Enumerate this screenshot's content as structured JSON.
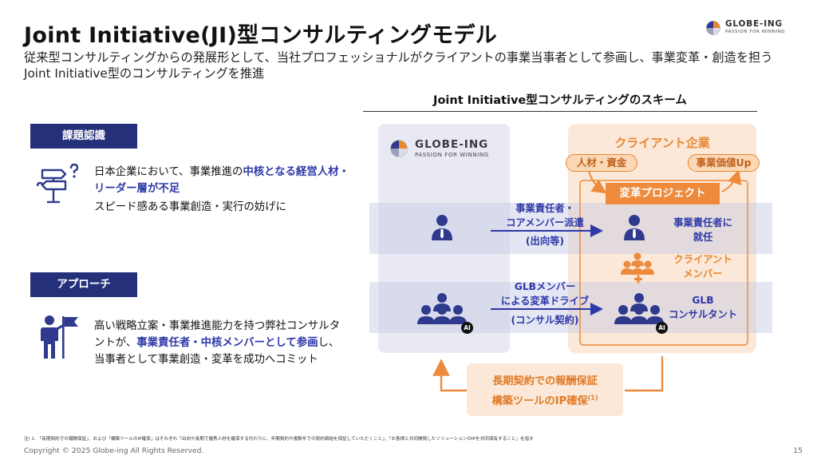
{
  "header": {
    "title": "Joint Initiative(JI)型コンサルティングモデル",
    "logo_text": "GLOBE-ING",
    "logo_tagline": "PASSION FOR WINNING",
    "subtitle": "従来型コンサルティングからの発展形として、当社プロフェッショナルがクライアントの事業当事者として参画し、事業変革・創造を担うJoint Initiative型のコンサルティングを推進"
  },
  "left": {
    "issue": {
      "label": "課題認識",
      "text_prefix": "日本企業において、事業推進の",
      "text_highlight": "中核となる経営人材・リーダー層が不足",
      "text_line2": "スピード感ある事業創造・実行の妨げに"
    },
    "approach": {
      "label": "アプローチ",
      "text_prefix": "高い戦略立案・事業推進能力を持つ弊社コンサルタントが、",
      "text_highlight": "事業責任者・中核メンバーとして参画",
      "text_suffix": "し、当事者として事業創造・変革を成功へコミット"
    }
  },
  "scheme": {
    "title": "Joint Initiative型コンサルティングのスキーム",
    "glb_logo_text": "GLOBE-ING",
    "glb_logo_tagline": "PASSION FOR WINNING",
    "client_title": "クライアント企業",
    "pill_resources": "人材・資金",
    "pill_value": "事業価値Up",
    "project": "変革プロジェクト",
    "arrow1_line1": "事業責任者・",
    "arrow1_line2": "コアメンバー派遣",
    "arrow1_line3": "(出向等)",
    "arrow2_line1": "GLBメンバー",
    "arrow2_line2": "による変革ドライブ",
    "arrow2_line3": "(コンサル契約)",
    "client_leader_line1": "事業責任者に",
    "client_leader_line2": "就任",
    "client_members_line1": "クライアント",
    "client_members_line2": "メンバー",
    "glb_consultant_line1": "GLB",
    "glb_consultant_line2": "コンサルタント",
    "ai_badge": "AI",
    "bottom_line1": "長期契約での報酬保証",
    "bottom_line2": "構築ツールのIP確保",
    "bottom_note": "(1)"
  },
  "footer": {
    "footnote": "注) 1. 「長期契約での報酬保証」、および「構築ツールのIP確保」はそれぞれ「出向や長期で優秀人材を確保する代わりに、年間契約や複数年での契約締結を保証していただくこと」、「お客様と共同開発したソリューションのIPを共同保有すること」を指す",
    "copyright": "Copyright © 2025 Globe-ing All Rights Reserved.",
    "page_number": "15"
  },
  "colors": {
    "navy": "#25307b",
    "highlight_blue": "#2e38a8",
    "orange": "#ed8a3b",
    "client_bg": "#fbe8d8",
    "glb_bg": "#e8e9f3"
  }
}
